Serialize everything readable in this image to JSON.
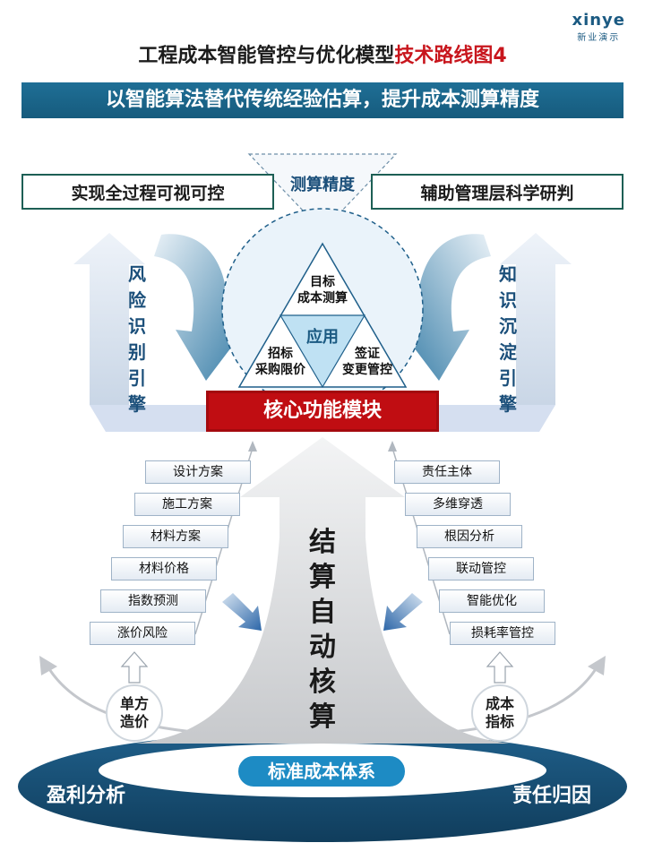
{
  "logo": {
    "mark": "xinyе",
    "sub": "新业演示"
  },
  "title": {
    "main": "工程成本智能管控与优化模型",
    "highlight": "技术路线图4"
  },
  "banner": "以智能算法替代传统经验估算，提升成本测算精度",
  "top_boxes": {
    "left": "实现全过程可视可控",
    "center": "测算精度",
    "right": "辅助管理层科学研判"
  },
  "side_labels": {
    "left": [
      "风",
      "险",
      "识",
      "别",
      "引",
      "擎"
    ],
    "right": [
      "知",
      "识",
      "沉",
      "淀",
      "引",
      "擎"
    ]
  },
  "triangle": {
    "top": [
      "目标",
      "成本测算"
    ],
    "center": "应用",
    "bottom_left": [
      "招标",
      "采购限价"
    ],
    "bottom_right": [
      "签证",
      "变更管控"
    ]
  },
  "core_module": "核心功能模块",
  "left_steps": [
    "设计方案",
    "施工方案",
    "材料方案",
    "材料价格",
    "指数预测",
    "涨价风险"
  ],
  "right_steps": [
    "责任主体",
    "多维穿透",
    "根因分析",
    "联动管控",
    "智能优化",
    "损耗率管控"
  ],
  "central_arrow": [
    "结",
    "算",
    "自",
    "动",
    "核",
    "算"
  ],
  "circles": {
    "left": [
      "单方",
      "造价"
    ],
    "right": [
      "成本",
      "指标"
    ]
  },
  "ring": {
    "left": "盈利分析",
    "right": "责任归因",
    "center": "标准成本体系"
  },
  "colors": {
    "brand_blue": "#1b5a82",
    "core_red": "#c00d12",
    "ring_navy": "#154a6e",
    "std_blue": "#1d8bc4"
  }
}
